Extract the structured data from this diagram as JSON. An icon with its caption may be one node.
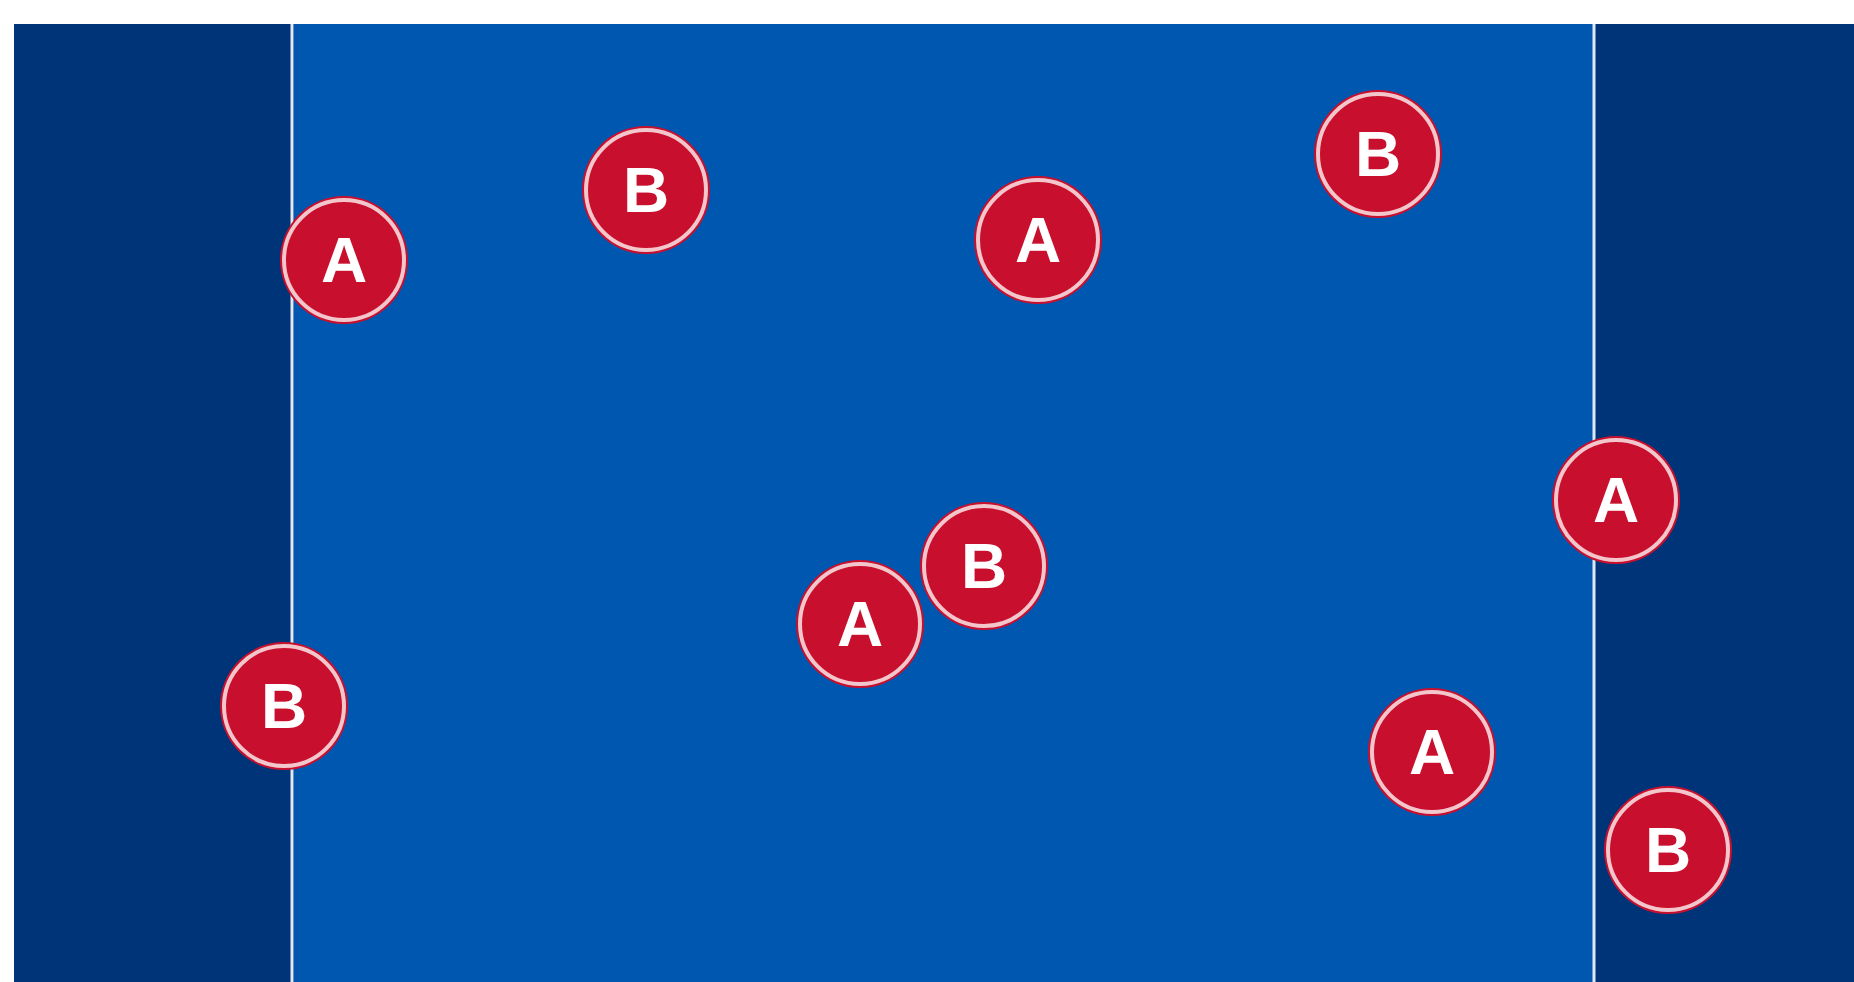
{
  "diagram": {
    "nodes": [
      {
        "text": [
          "B"
        ]
      },
      {
        "text": [
          "B"
        ]
      },
      {
        "text": [
          "A"
        ]
      },
      {
        "text": [
          "A"
        ]
      },
      {
        "text": [
          "A"
        ]
      },
      {
        "text": [
          "B"
        ]
      },
      {
        "text": [
          "A"
        ]
      },
      {
        "text": [
          "B"
        ]
      },
      {
        "text": [
          "A"
        ]
      },
      {
        "text": [
          "B"
        ]
      }
    ]
  }
}
